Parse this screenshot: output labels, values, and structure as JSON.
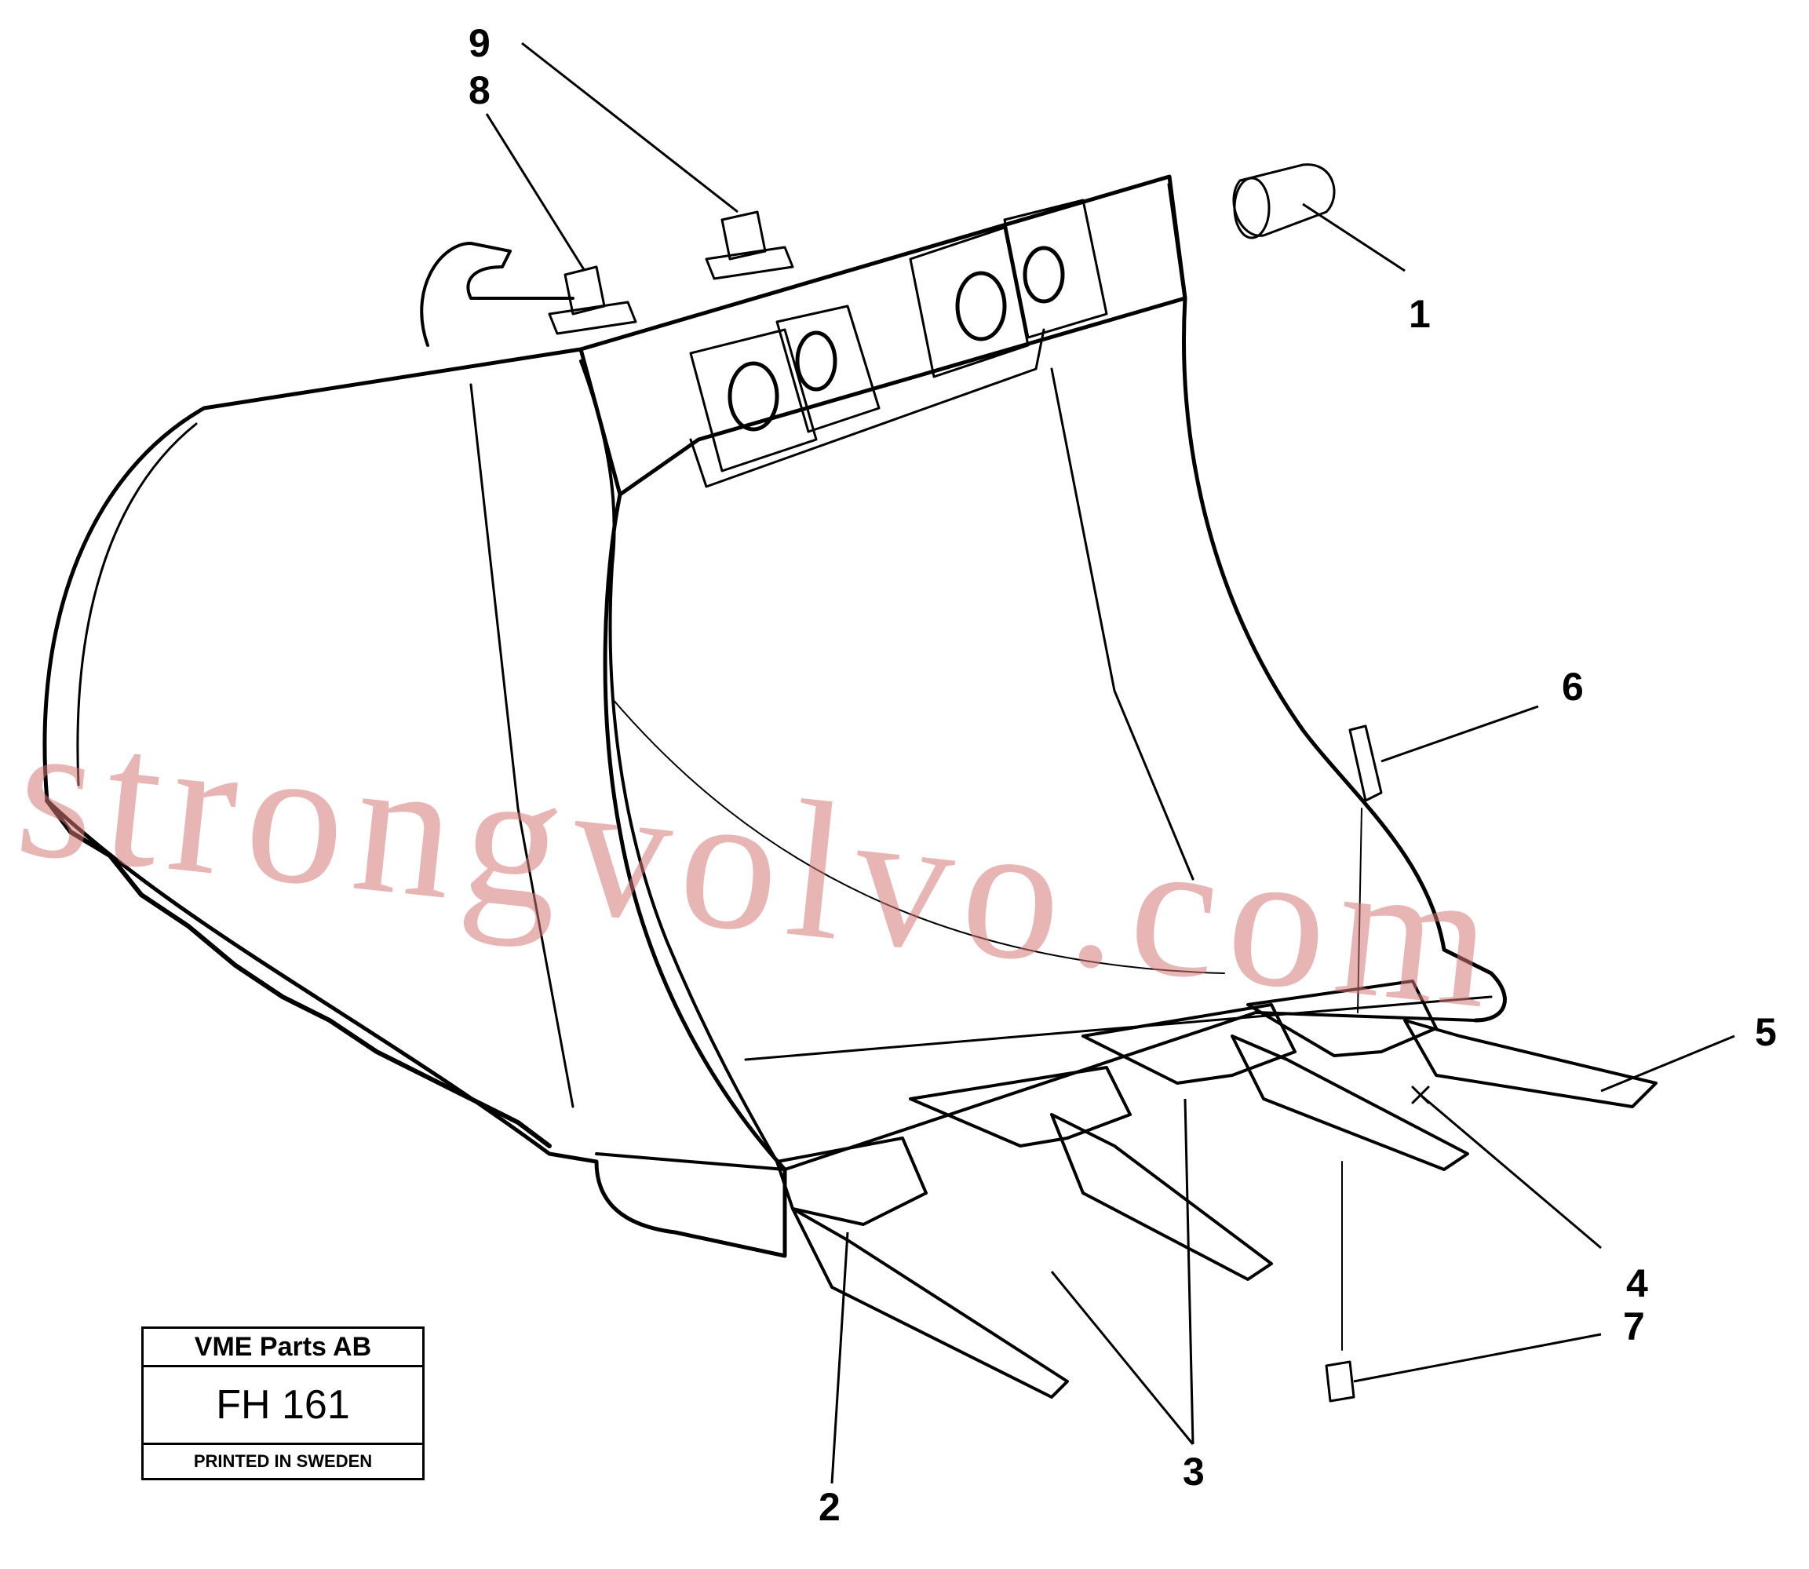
{
  "diagram": {
    "callouts": [
      {
        "id": "1",
        "label": "1"
      },
      {
        "id": "2",
        "label": "2"
      },
      {
        "id": "3",
        "label": "3"
      },
      {
        "id": "4",
        "label": "4"
      },
      {
        "id": "5",
        "label": "5"
      },
      {
        "id": "6",
        "label": "6"
      },
      {
        "id": "7",
        "label": "7"
      },
      {
        "id": "8",
        "label": "8"
      },
      {
        "id": "9",
        "label": "9"
      }
    ],
    "title_block": {
      "company": "VME Parts AB",
      "code": "FH 161",
      "printed": "PRINTED IN SWEDEN"
    },
    "watermark": "strongvolvo.com"
  }
}
